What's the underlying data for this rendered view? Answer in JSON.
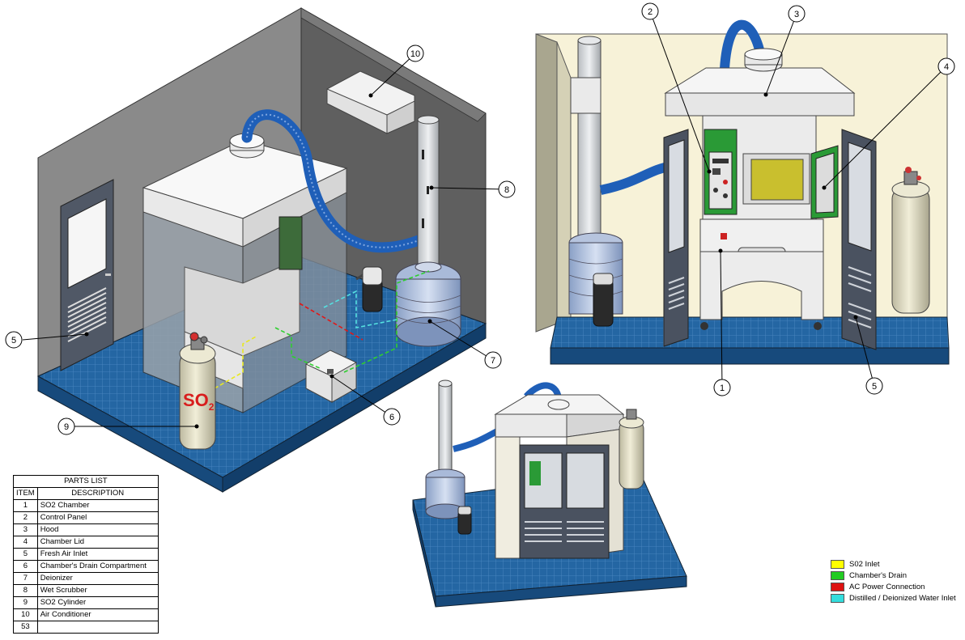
{
  "parts_list": {
    "title": "PARTS LIST",
    "headers": {
      "item": "ITEM",
      "description": "DESCRIPTION"
    },
    "rows": [
      {
        "item": "1",
        "description": "SO2 Chamber"
      },
      {
        "item": "2",
        "description": "Control Panel"
      },
      {
        "item": "3",
        "description": "Hood"
      },
      {
        "item": "4",
        "description": "Chamber Lid"
      },
      {
        "item": "5",
        "description": "Fresh Air Inlet"
      },
      {
        "item": "6",
        "description": "Chamber's Drain Compartment"
      },
      {
        "item": "7",
        "description": "Deionizer"
      },
      {
        "item": "8",
        "description": "Wet Scrubber"
      },
      {
        "item": "9",
        "description": "SO2 Cylinder"
      },
      {
        "item": "10",
        "description": "Air Conditioner"
      },
      {
        "item": "53",
        "description": ""
      }
    ]
  },
  "legend": [
    {
      "label": "S02 Inlet",
      "color": "#ffff00"
    },
    {
      "label": "Chamber's Drain",
      "color": "#22cc22"
    },
    {
      "label": "AC Power Connection",
      "color": "#dd1111"
    },
    {
      "label": "Distilled / Deionized Water Inlet",
      "color": "#33dddd"
    }
  ],
  "callouts": {
    "left_view": [
      "10",
      "8",
      "5",
      "7",
      "6",
      "9"
    ],
    "right_view": [
      "2",
      "3",
      "4",
      "1",
      "5"
    ]
  },
  "cylinder_marking": {
    "main": "SO",
    "subscript": "2"
  },
  "colors": {
    "floor_tile": "#1f5f99",
    "wall_gray": "#6b6b6b",
    "wall_cream": "#f7f2d8",
    "hood_white": "#f4f4f4",
    "hose_blue": "#1f5fb8",
    "door_gray": "#4a5260",
    "control_green": "#2a9a36",
    "lid_yellow": "#c9bf2e",
    "cylinder_beige": "#e8e4cc"
  }
}
